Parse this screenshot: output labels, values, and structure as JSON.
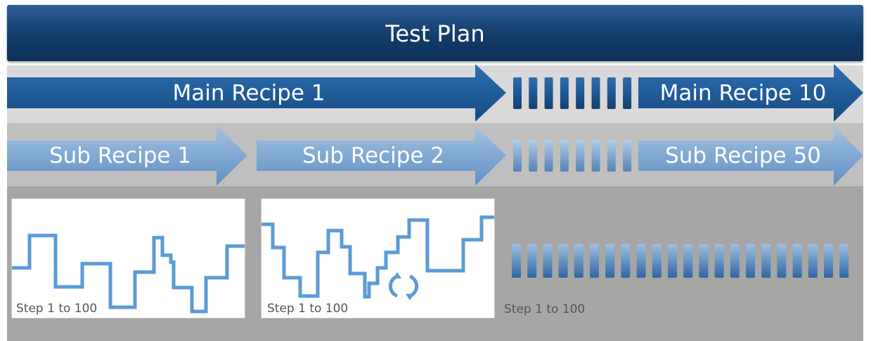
{
  "title": "Test Plan",
  "main_recipes": {
    "first": "Main Recipe 1",
    "last": "Main Recipe 10"
  },
  "sub_recipes": {
    "first": "Sub Recipe 1",
    "second": "Sub Recipe 2",
    "last": "Sub Recipe 50"
  },
  "steps": {
    "panel1": "Step 1 to 100",
    "panel2": "Step 1 to 100",
    "panel3": "Step 1 to 100"
  },
  "colors": {
    "title_bar": "#123c6a",
    "main_arrow": "#1f5c99",
    "sub_arrow": "#7aa6d1",
    "step_line": "#5b9bd5",
    "band_light": "#d9d9d9",
    "band_mid": "#bfbfbf",
    "band_dark": "#a6a6a6"
  }
}
